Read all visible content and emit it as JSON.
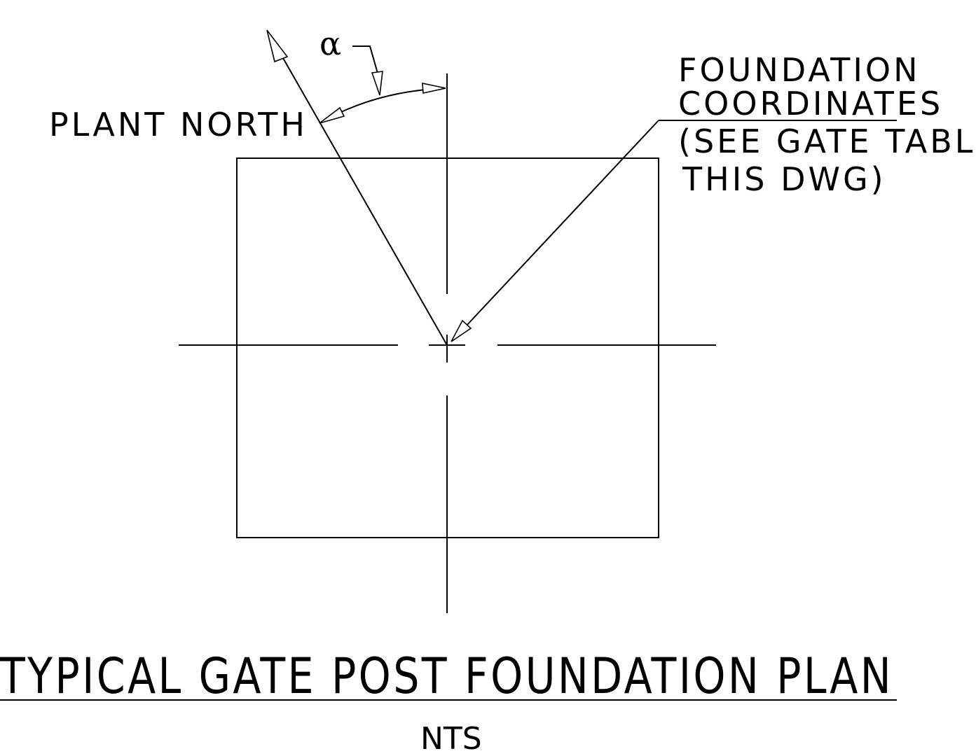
{
  "labels": {
    "plant_north": "PLANT NORTH",
    "angle_symbol": "α",
    "foundation_note": [
      "FOUNDATION",
      "COORDINATES",
      "(SEE GATE TABLE",
      "THIS DWG)"
    ]
  },
  "title": {
    "main": "TYPICAL GATE POST FOUNDATION PLAN",
    "scale": "NTS"
  },
  "colors": {
    "ink": "#000000",
    "paper": "#ffffff"
  }
}
